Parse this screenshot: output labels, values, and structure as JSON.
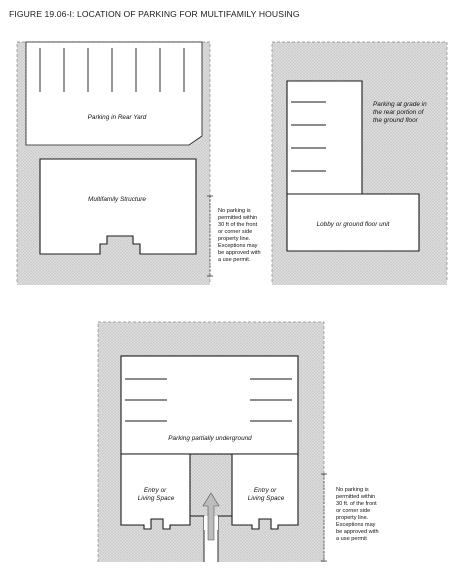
{
  "title": "FIGURE 19.06-I: LOCATION OF PARKING FOR MULTIFAMILY HOUSING",
  "panel_rear_yard": {
    "parking_label": "Parking in Rear Yard",
    "structure_label": "Multifamily Structure"
  },
  "panel_at_grade": {
    "parking_label": [
      "Parking at grade in",
      "the rear portion of",
      "the ground floor"
    ],
    "lobby_label": "Lobby or ground floor unit"
  },
  "panel_underground": {
    "parking_label": "Parking partially underground",
    "left_unit_label": [
      "Entry or",
      "Living Space"
    ],
    "right_unit_label": [
      "Entry or",
      "Living Space"
    ]
  },
  "setback_note_top": [
    "No parking is",
    "permitted within",
    "30 ft of the front",
    "or corner side",
    "property line.",
    "Exceptions may",
    "be approved with",
    "a use permit."
  ],
  "setback_note_bottom": [
    "No parking is",
    "permitted within",
    "30 ft. of the front",
    "or corner side",
    "property line.",
    "Exceptions may",
    "be approved with",
    "a use permit"
  ],
  "colors": {
    "stipple": "#d2d2d2",
    "line": "#1a1a1a"
  }
}
